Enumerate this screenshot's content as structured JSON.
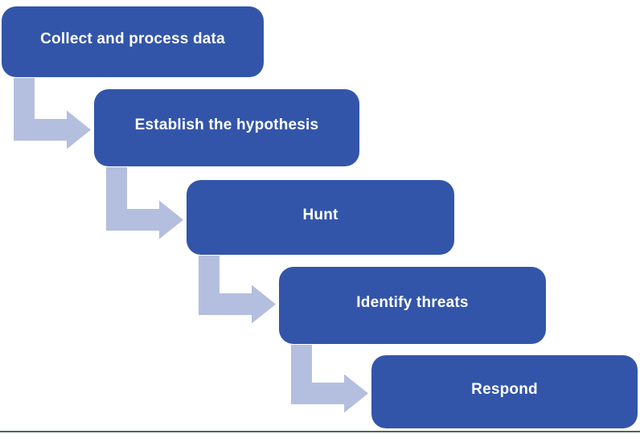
{
  "diagram": {
    "steps": [
      {
        "label": "Collect and process data"
      },
      {
        "label": "Establish the hypothesis"
      },
      {
        "label": "Hunt"
      },
      {
        "label": "Identify threats"
      },
      {
        "label": "Respond"
      }
    ],
    "colors": {
      "box": "#3355a9",
      "arrow": "#b4bede",
      "text": "#ffffff",
      "baseline": "#466b54",
      "background": "#ffffff"
    }
  }
}
